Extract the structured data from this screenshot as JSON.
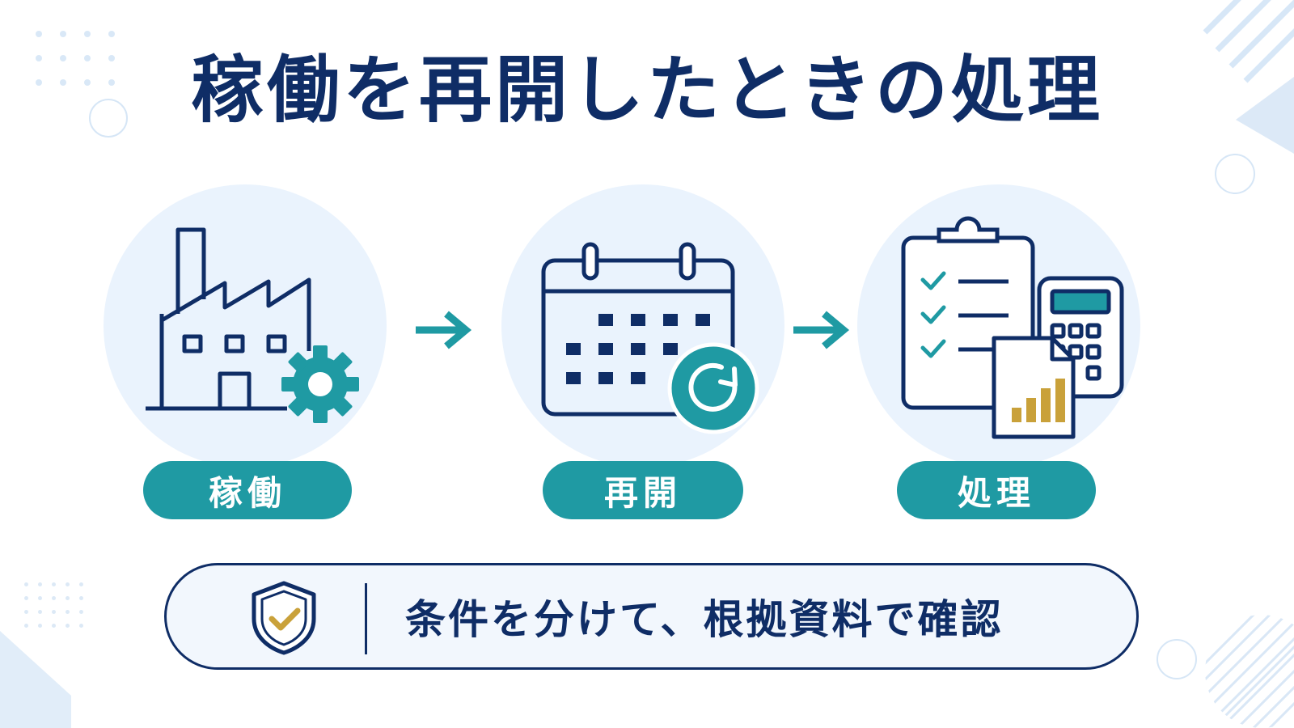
{
  "title": "稼働を再開したときの処理",
  "steps": [
    {
      "label": "稼働",
      "icon": "factory-gear-icon"
    },
    {
      "label": "再開",
      "icon": "calendar-refresh-icon"
    },
    {
      "label": "処理",
      "icon": "checklist-calculator-report-icon"
    }
  ],
  "banner": {
    "icon": "shield-check-icon",
    "text": "条件を分けて、根拠資料で確認"
  },
  "colors": {
    "navy": "#0f2d66",
    "teal": "#1f9aa3",
    "circle_bg": "#eaf3fd",
    "gold": "#c9a13a"
  }
}
